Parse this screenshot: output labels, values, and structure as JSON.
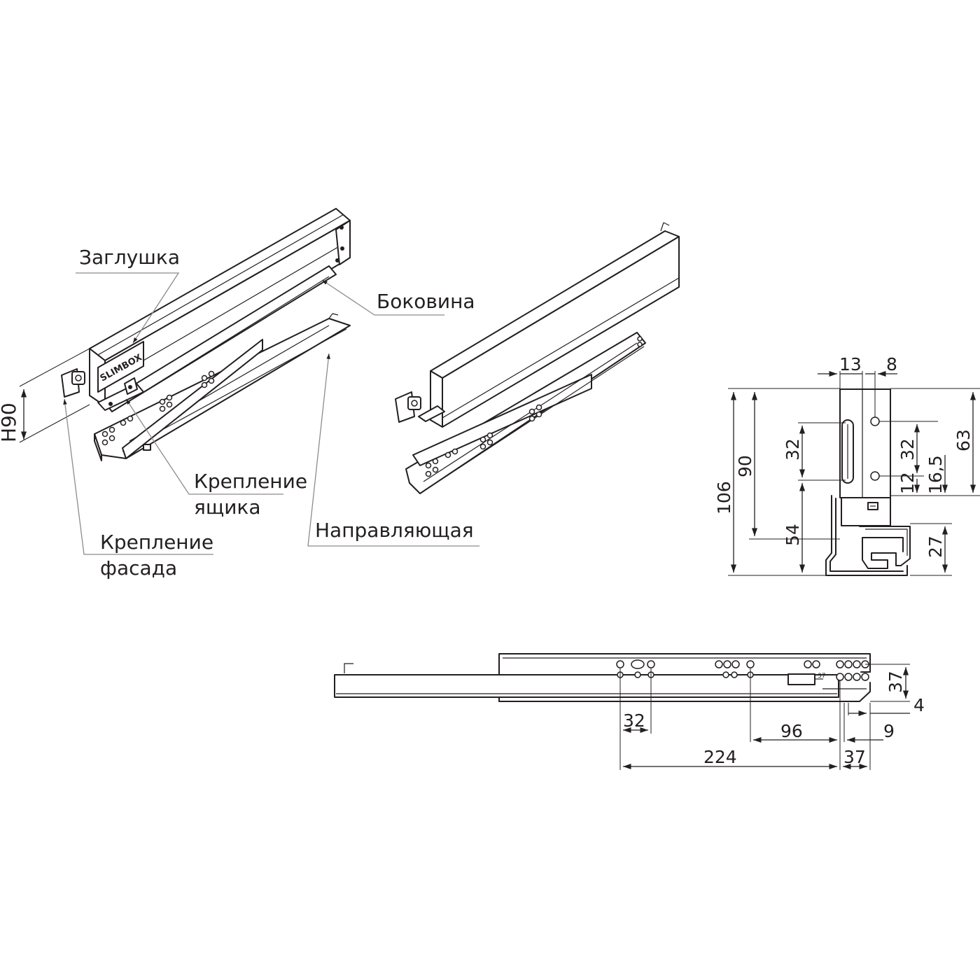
{
  "callouts": {
    "plug": "Заглушка",
    "side_panel": "Боковина",
    "drawer_mount_line1": "Крепление",
    "drawer_mount_line2": "ящика",
    "runner": "Направляющая",
    "facade_mount_line1": "Крепление",
    "facade_mount_line2": "фасада"
  },
  "brand_logo": "SLIMBOX",
  "height_label": "H90",
  "section_view": {
    "dim_13": "13",
    "dim_8": "8",
    "dim_106": "106",
    "dim_90": "90",
    "dim_32_left": "32",
    "dim_54": "54",
    "dim_32_right": "32",
    "dim_12": "12",
    "dim_16_5": "16,5",
    "dim_63": "63",
    "dim_27": "27"
  },
  "runner_view": {
    "dim_32": "32",
    "dim_96": "96",
    "dim_224": "224",
    "dim_37_bottom": "37",
    "dim_37_right": "37",
    "dim_4": "4",
    "dim_9": "9",
    "small_mark": "37"
  }
}
